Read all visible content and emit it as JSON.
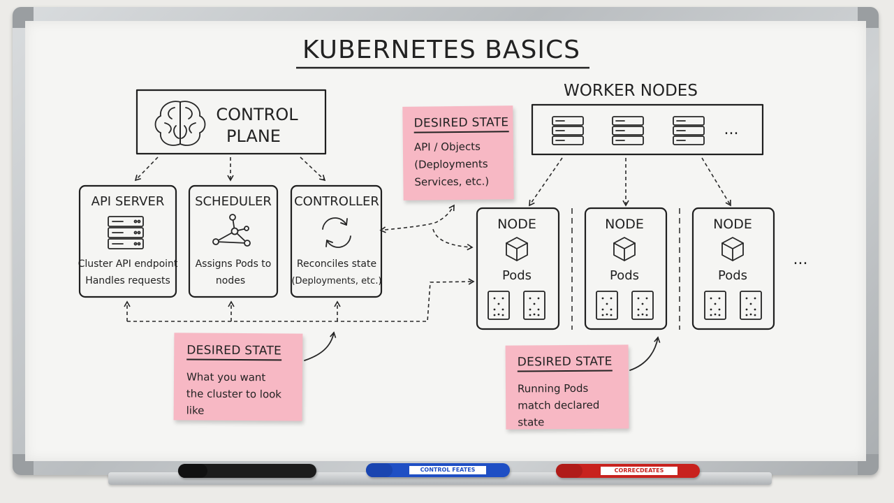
{
  "title": "KUBERNETES BASICS",
  "control_plane": {
    "label_line1": "CONTROL",
    "label_line2": "PLANE"
  },
  "components": [
    {
      "title": "API SERVER",
      "desc1": "Cluster API endpoint",
      "desc2": "Handles requests",
      "icon": "server-rack-icon"
    },
    {
      "title": "SCHEDULER",
      "desc1": "Assigns Pods to",
      "desc2": "nodes",
      "icon": "network-graph-icon"
    },
    {
      "title": "CONTROLLER",
      "desc1": "Reconciles state",
      "desc2": "(Deployments, etc.)",
      "icon": "refresh-cycle-icon"
    }
  ],
  "worker_nodes": {
    "label": "WORKER NODES",
    "ellipsis": "..."
  },
  "nodes": [
    {
      "title": "NODE",
      "pods_label": "Pods"
    },
    {
      "title": "NODE",
      "pods_label": "Pods"
    },
    {
      "title": "NODE",
      "pods_label": "Pods"
    }
  ],
  "nodes_ellipsis": "...",
  "notes": {
    "top": {
      "title": "DESIRED STATE",
      "lines": [
        "API / Objects",
        "(Deployments",
        "Services, etc.)"
      ]
    },
    "bottom_left": {
      "title": "DESIRED STATE",
      "lines": [
        "What you want",
        "the cluster to look like"
      ]
    },
    "bottom_right": {
      "title": "DESIRED STATE",
      "lines": [
        "Running Pods",
        "match declared state"
      ]
    }
  },
  "markers": [
    {
      "color": "#1c1c1c",
      "label": ""
    },
    {
      "color": "#1f4fc4",
      "label": "CONTROL FEATES"
    },
    {
      "color": "#c8221e",
      "label": "CORRECDEATES"
    }
  ],
  "colors": {
    "note": "#f7b8c4",
    "board": "#f5f5f3"
  }
}
